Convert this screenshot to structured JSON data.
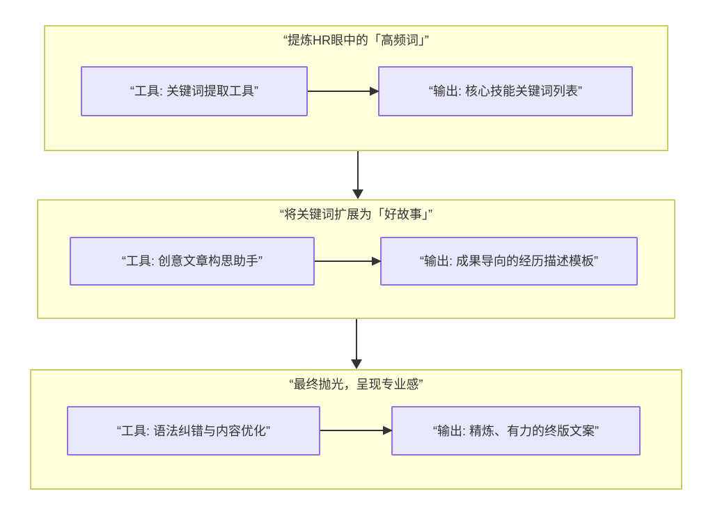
{
  "diagram": {
    "type": "flowchart",
    "direction": "top-to-bottom",
    "background_color": "#ffffff",
    "subgraph_fill": "#ffffde",
    "subgraph_border": "#cccc66",
    "node_fill": "#e8e8fc",
    "node_border": "#9370db",
    "edge_color": "#333333",
    "text_color": "#333333"
  },
  "groups": [
    {
      "title": "“提炼 HR 眼中的「高频词」”",
      "title_exact": "“提炼HR眼中的「高频词」”",
      "nodes": [
        {
          "label": "“工具: 关键词提取工具”"
        },
        {
          "label": "“输出: 核心技能关键词列表”"
        }
      ],
      "edge_label": ""
    },
    {
      "title": "“将关键词扩展为「好故事」”",
      "title_exact": "“将关键词扩展为「好故事」”",
      "nodes": [
        {
          "label": "“工具: 创意文章构思助手”"
        },
        {
          "label": "“输出: 成果导向的经历描述模板”"
        }
      ],
      "edge_label": ""
    },
    {
      "title": "“最终抛光，呈现专业感”",
      "title_exact": "“最终抛光，呈现专业感”",
      "nodes": [
        {
          "label": "“工具: 语法纠错与内容优化”"
        },
        {
          "label": "“输出: 精炼、有力的终版文案”"
        }
      ],
      "edge_label": ""
    }
  ]
}
